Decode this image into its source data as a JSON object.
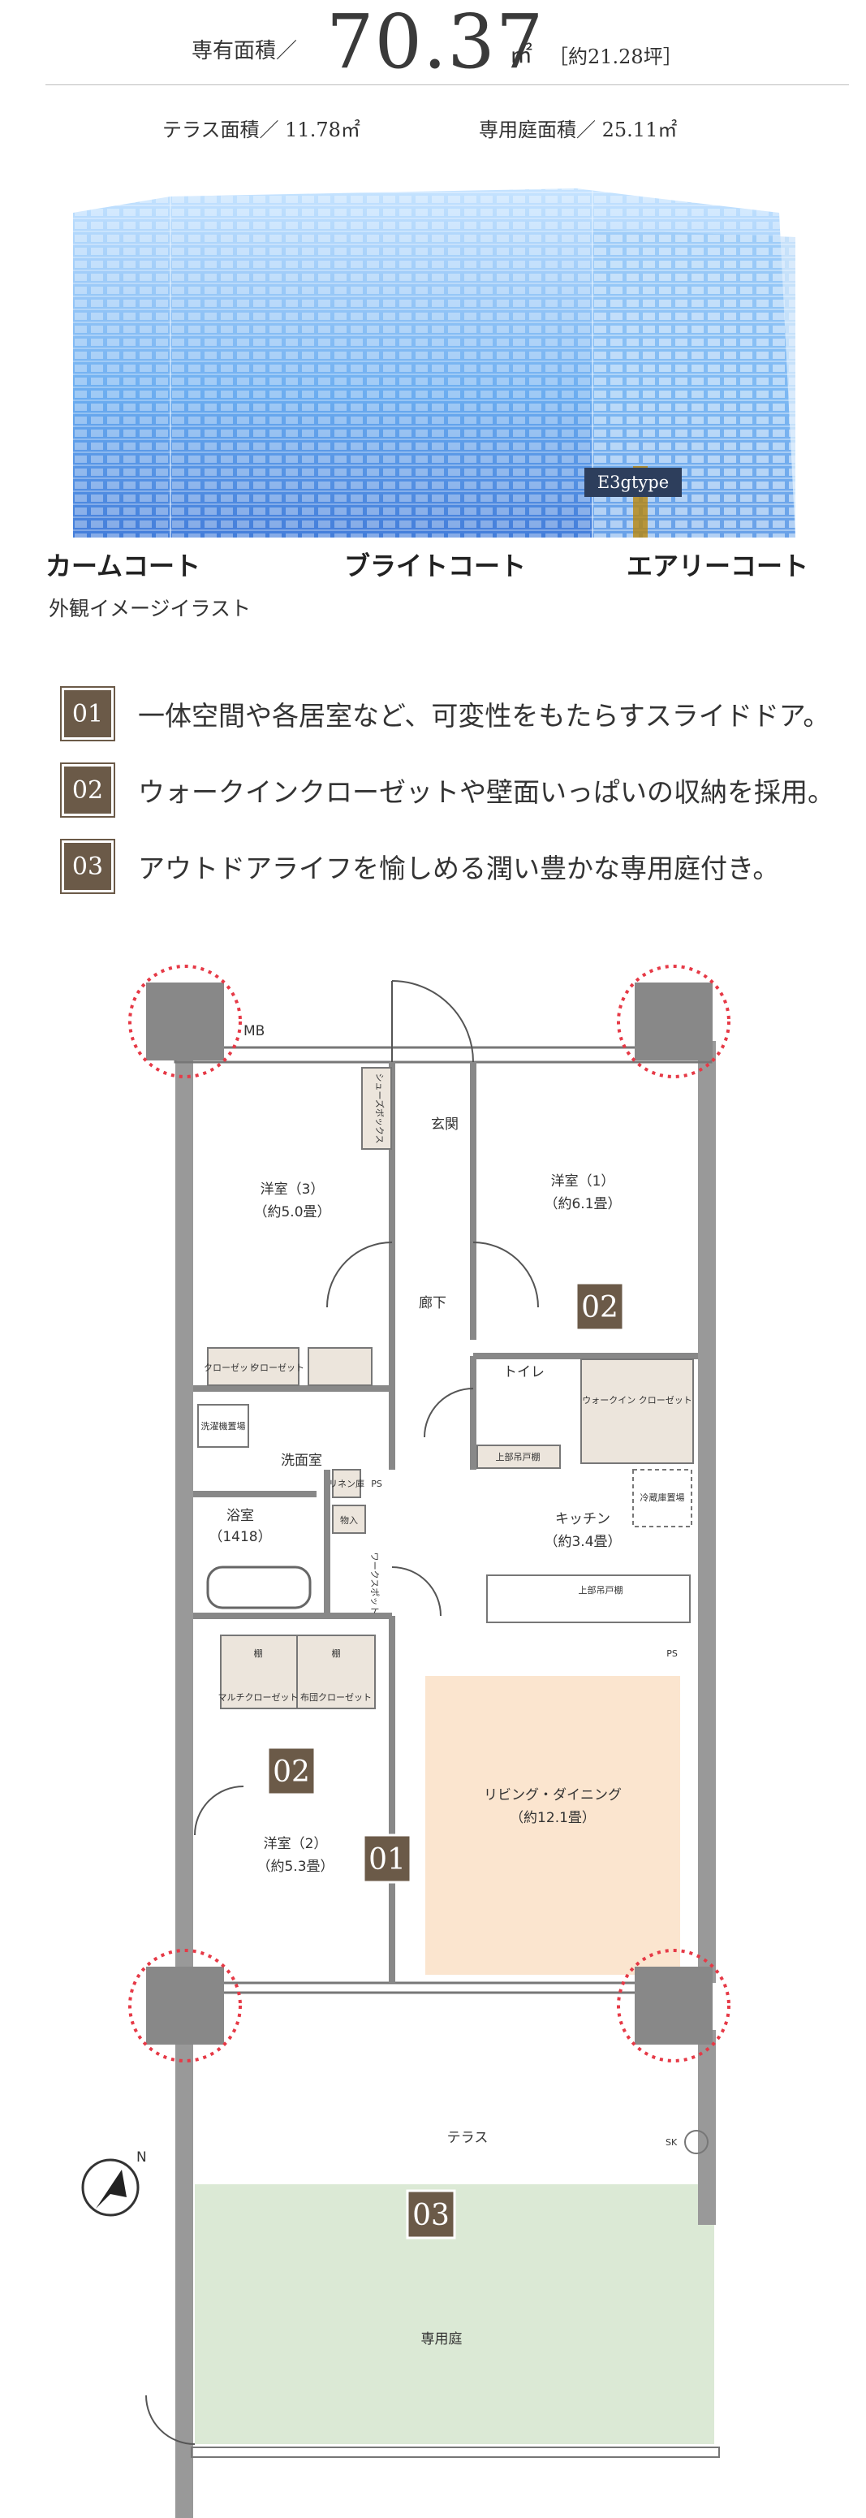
{
  "header": {
    "area_label": "専有面積／",
    "area_value": "70.37",
    "area_unit": "㎡",
    "area_tsubo": "［約21.28坪］"
  },
  "sub_areas": {
    "terrace": "テラス面積／ 11.78㎡",
    "garden": "専用庭面積／ 25.11㎡"
  },
  "building": {
    "type_tag": "E3gtype",
    "courts": [
      "カームコート",
      "ブライトコート",
      "エアリーコート"
    ],
    "caption": "外観イメージイラスト",
    "color": "#4a90e2"
  },
  "features": [
    {
      "num": "01",
      "text": "一体空間や各居室など、可変性をもたらすスライドドア。"
    },
    {
      "num": "02",
      "text": "ウォークインクローゼットや壁面いっぱいの収納を採用。"
    },
    {
      "num": "03",
      "text": "アウトドアライフを愉しめる潤い豊かな専用庭付き。"
    }
  ],
  "floorplan": {
    "mb": "MB",
    "shoes": "シューズボックス",
    "entrance": "玄関",
    "room3": "洋室（3）",
    "room3_size": "（約5.0畳）",
    "room1": "洋室（1）",
    "room1_size": "（約6.1畳）",
    "hall": "廊下",
    "closet1": "クローゼット",
    "closet2": "クローゼット",
    "toilet": "トイレ",
    "wic": "ウォークイン クローゼット",
    "upper_shelf": "上部吊戸棚",
    "washer": "洗濯機置場",
    "washroom": "洗面室",
    "linen": "リネン庫",
    "ps": "PS",
    "storage": "物入",
    "bath": "浴室",
    "bath_size": "（1418）",
    "walk": "ワークスポット",
    "fridge": "冷蔵庫置場",
    "kitchen": "キッチン",
    "kitchen_size": "（約3.4畳）",
    "upper_cabinet": "上部吊戸棚",
    "ps2": "PS",
    "shelf_a": "棚",
    "shelf_b": "棚",
    "multi_closet": "マルチクローゼット",
    "futon_closet": "布団クローゼット",
    "living": "リビング・ダイニング",
    "living_size": "（約12.1畳）",
    "room2": "洋室（2）",
    "room2_size": "（約5.3畳）",
    "terrace": "テラス",
    "sk": "SK",
    "garden": "専用庭",
    "north": "N",
    "badges": [
      "02",
      "02",
      "01",
      "03"
    ],
    "colors": {
      "living": "#fbe5cf",
      "garden": "#dbe9d5",
      "closet": "#ece5dc",
      "badge": "#6b5a48",
      "pillar": "#e63946"
    }
  }
}
